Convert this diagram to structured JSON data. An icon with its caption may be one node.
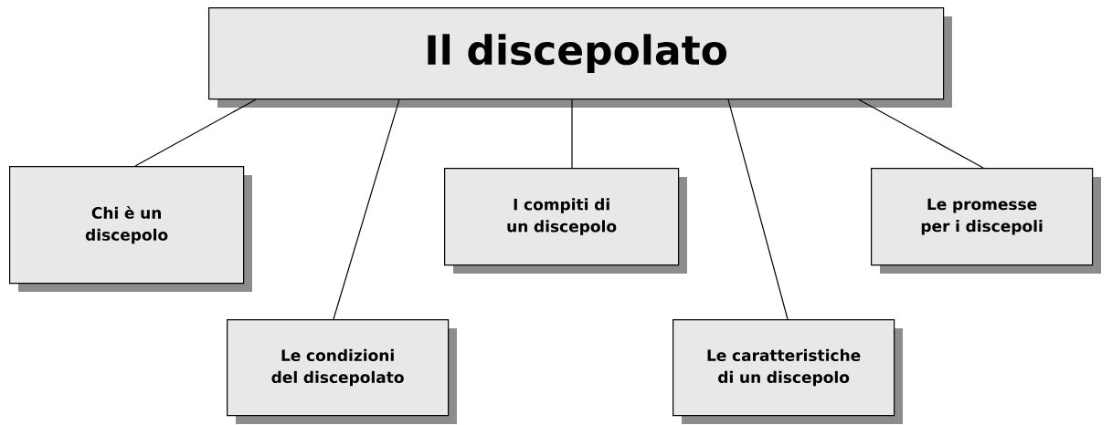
{
  "diagram": {
    "nodes": [
      {
        "text": [
          "Il discepolato"
        ]
      },
      {
        "text": [
          "Chi è un discepolo"
        ]
      },
      {
        "text": [
          "Le condizioni del discepolato"
        ]
      },
      {
        "text": [
          "I compiti di un discepolo"
        ]
      },
      {
        "text": [
          "Le caratteristiche di un discepolo"
        ]
      },
      {
        "text": [
          "Le promesse per i discepoli"
        ]
      }
    ],
    "edges": [
      {
        "from": 0,
        "to": 1,
        "arrow": "none"
      },
      {
        "from": 0,
        "to": 2,
        "arrow": "none"
      },
      {
        "from": 0,
        "to": 3,
        "arrow": "none"
      },
      {
        "from": 0,
        "to": 4,
        "arrow": "none"
      },
      {
        "from": 0,
        "to": 5,
        "arrow": "none"
      }
    ]
  }
}
